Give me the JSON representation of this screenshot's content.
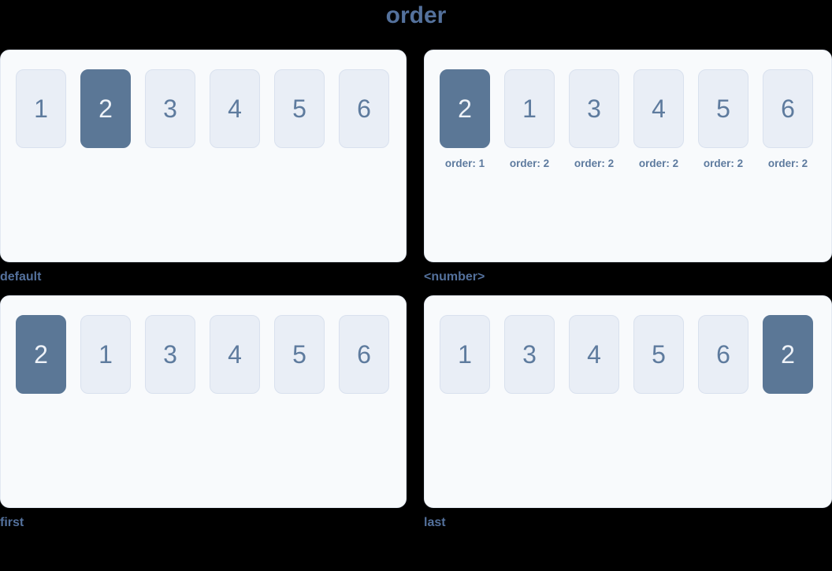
{
  "title": "order",
  "colors": {
    "page_background": "#000000",
    "panel_background": "#f8fafc",
    "item_background": "#e9eef6",
    "item_border": "#d9e1ee",
    "item_active_background": "#5b7796",
    "item_text": "#5e7b9e",
    "item_active_text": "#eef2f8",
    "caption_text": "#54719c"
  },
  "panels": [
    {
      "caption": "default",
      "items": [
        {
          "text": "1",
          "active": false
        },
        {
          "text": "2",
          "active": true
        },
        {
          "text": "3",
          "active": false
        },
        {
          "text": "4",
          "active": false
        },
        {
          "text": "5",
          "active": false
        },
        {
          "text": "6",
          "active": false
        }
      ]
    },
    {
      "caption": "<number>",
      "items": [
        {
          "text": "2",
          "active": true,
          "sublabel": "order: 1"
        },
        {
          "text": "1",
          "active": false,
          "sublabel": "order: 2"
        },
        {
          "text": "3",
          "active": false,
          "sublabel": "order: 2"
        },
        {
          "text": "4",
          "active": false,
          "sublabel": "order: 2"
        },
        {
          "text": "5",
          "active": false,
          "sublabel": "order: 2"
        },
        {
          "text": "6",
          "active": false,
          "sublabel": "order: 2"
        }
      ]
    },
    {
      "caption": "first",
      "items": [
        {
          "text": "2",
          "active": true
        },
        {
          "text": "1",
          "active": false
        },
        {
          "text": "3",
          "active": false
        },
        {
          "text": "4",
          "active": false
        },
        {
          "text": "5",
          "active": false
        },
        {
          "text": "6",
          "active": false
        }
      ]
    },
    {
      "caption": "last",
      "items": [
        {
          "text": "1",
          "active": false
        },
        {
          "text": "3",
          "active": false
        },
        {
          "text": "4",
          "active": false
        },
        {
          "text": "5",
          "active": false
        },
        {
          "text": "6",
          "active": false
        },
        {
          "text": "2",
          "active": true
        }
      ]
    }
  ]
}
